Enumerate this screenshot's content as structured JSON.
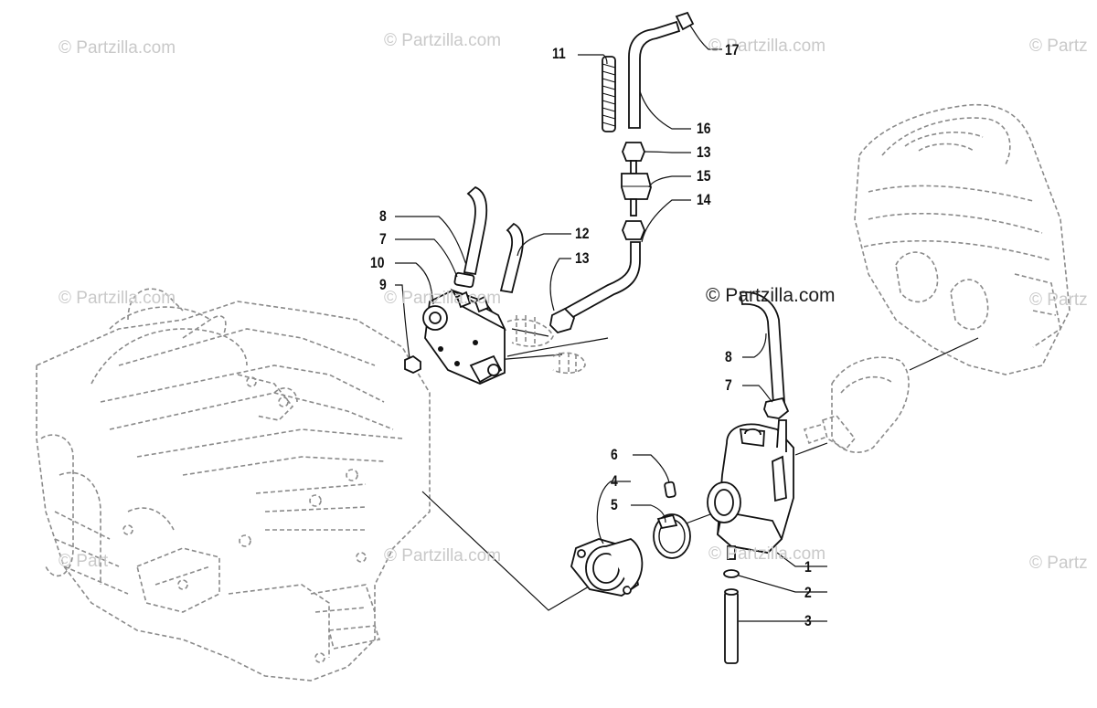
{
  "watermark": {
    "text": "© Partzilla.com",
    "center_text": "© Partzilla.com",
    "edge_text_left": "© Part",
    "edge_text_right": "© Partz"
  },
  "callouts": [
    {
      "id": "c1",
      "label": "1"
    },
    {
      "id": "c2",
      "label": "2"
    },
    {
      "id": "c3",
      "label": "3"
    },
    {
      "id": "c4",
      "label": "4"
    },
    {
      "id": "c5",
      "label": "5"
    },
    {
      "id": "c6",
      "label": "6"
    },
    {
      "id": "c7a",
      "label": "7"
    },
    {
      "id": "c7b",
      "label": "7"
    },
    {
      "id": "c8a",
      "label": "8"
    },
    {
      "id": "c8b",
      "label": "8"
    },
    {
      "id": "c9",
      "label": "9"
    },
    {
      "id": "c10",
      "label": "10"
    },
    {
      "id": "c11",
      "label": "11"
    },
    {
      "id": "c12",
      "label": "12"
    },
    {
      "id": "c13a",
      "label": "13"
    },
    {
      "id": "c13b",
      "label": "13"
    },
    {
      "id": "c14",
      "label": "14"
    },
    {
      "id": "c15",
      "label": "15"
    },
    {
      "id": "c16",
      "label": "16"
    },
    {
      "id": "c17",
      "label": "17"
    }
  ]
}
